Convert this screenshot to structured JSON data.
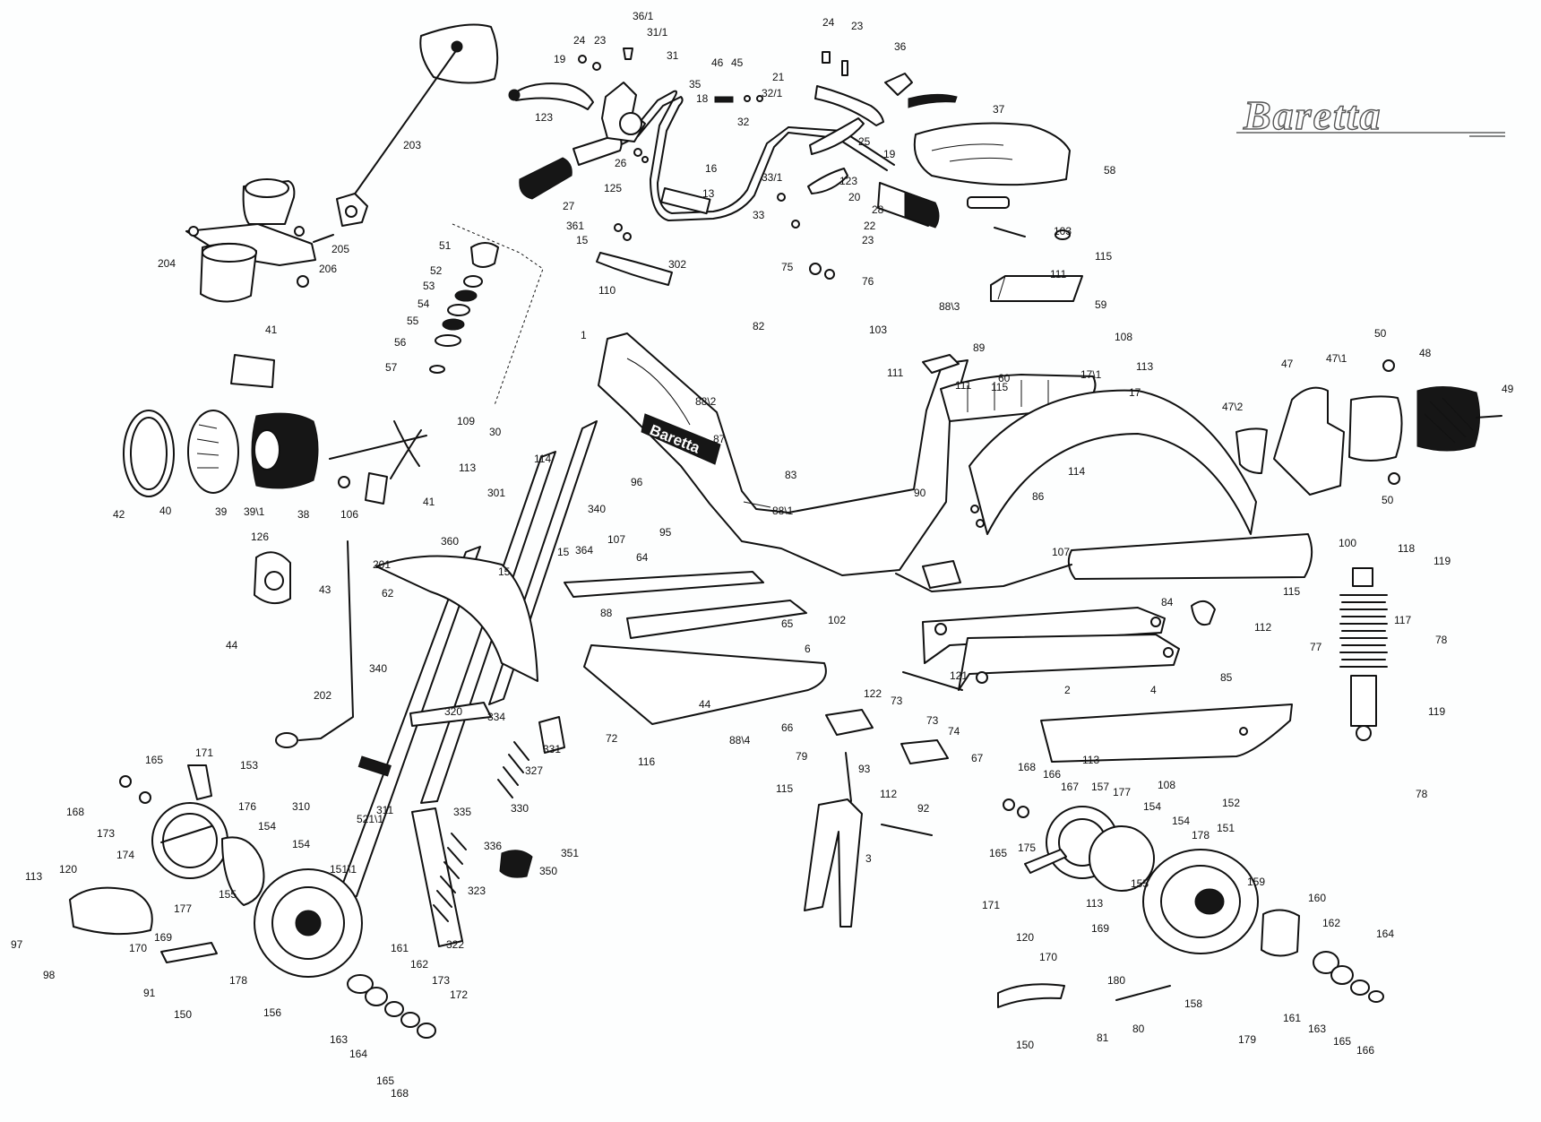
{
  "brand": "Baretta",
  "tank_lettering": "Baretta",
  "mudguard_lettering": "44",
  "part_labels": [
    {
      "id": "lbl-36-1",
      "text": "36/1"
    },
    {
      "id": "lbl-31-1",
      "text": "31/1"
    },
    {
      "id": "lbl-31",
      "text": "31"
    },
    {
      "id": "lbl-24a",
      "text": "24"
    },
    {
      "id": "lbl-23a",
      "text": "23"
    },
    {
      "id": "lbl-19a",
      "text": "19"
    },
    {
      "id": "lbl-46",
      "text": "46"
    },
    {
      "id": "lbl-45",
      "text": "45"
    },
    {
      "id": "lbl-35",
      "text": "35"
    },
    {
      "id": "lbl-21",
      "text": "21"
    },
    {
      "id": "lbl-18",
      "text": "18"
    },
    {
      "id": "lbl-32-1",
      "text": "32/1"
    },
    {
      "id": "lbl-32",
      "text": "32"
    },
    {
      "id": "lbl-24b",
      "text": "24"
    },
    {
      "id": "lbl-23b",
      "text": "23"
    },
    {
      "id": "lbl-36",
      "text": "36"
    },
    {
      "id": "lbl-37",
      "text": "37"
    },
    {
      "id": "lbl-123a",
      "text": "123"
    },
    {
      "id": "lbl-26",
      "text": "26"
    },
    {
      "id": "lbl-16",
      "text": "16"
    },
    {
      "id": "lbl-25",
      "text": "25"
    },
    {
      "id": "lbl-19b",
      "text": "19"
    },
    {
      "id": "lbl-125",
      "text": "125"
    },
    {
      "id": "lbl-13",
      "text": "13"
    },
    {
      "id": "lbl-33-1",
      "text": "33/1"
    },
    {
      "id": "lbl-123b",
      "text": "123"
    },
    {
      "id": "lbl-20",
      "text": "20"
    },
    {
      "id": "lbl-27",
      "text": "27"
    },
    {
      "id": "lbl-28",
      "text": "28"
    },
    {
      "id": "lbl-33",
      "text": "33"
    },
    {
      "id": "lbl-22",
      "text": "22"
    },
    {
      "id": "lbl-23c",
      "text": "23"
    },
    {
      "id": "lbl-361",
      "text": "361"
    },
    {
      "id": "lbl-15a",
      "text": "15"
    },
    {
      "id": "lbl-302",
      "text": "302"
    },
    {
      "id": "lbl-75",
      "text": "75"
    },
    {
      "id": "lbl-76",
      "text": "76"
    },
    {
      "id": "lbl-110",
      "text": "110"
    },
    {
      "id": "lbl-58",
      "text": "58"
    },
    {
      "id": "lbl-103a",
      "text": "103"
    },
    {
      "id": "lbl-115a",
      "text": "115"
    },
    {
      "id": "lbl-111a",
      "text": "111"
    },
    {
      "id": "lbl-59",
      "text": "59"
    },
    {
      "id": "lbl-203",
      "text": "203"
    },
    {
      "id": "lbl-204",
      "text": "204"
    },
    {
      "id": "lbl-205",
      "text": "205"
    },
    {
      "id": "lbl-206",
      "text": "206"
    },
    {
      "id": "lbl-51",
      "text": "51"
    },
    {
      "id": "lbl-52",
      "text": "52"
    },
    {
      "id": "lbl-53",
      "text": "53"
    },
    {
      "id": "lbl-54",
      "text": "54"
    },
    {
      "id": "lbl-55",
      "text": "55"
    },
    {
      "id": "lbl-56",
      "text": "56"
    },
    {
      "id": "lbl-57",
      "text": "57"
    },
    {
      "id": "lbl-1",
      "text": "1"
    },
    {
      "id": "lbl-82",
      "text": "82"
    },
    {
      "id": "lbl-88-3",
      "text": "88\\3"
    },
    {
      "id": "lbl-103b",
      "text": "103"
    },
    {
      "id": "lbl-89",
      "text": "89"
    },
    {
      "id": "lbl-111b",
      "text": "111"
    },
    {
      "id": "lbl-60",
      "text": "60"
    },
    {
      "id": "lbl-108a",
      "text": "108"
    },
    {
      "id": "lbl-113a",
      "text": "113"
    },
    {
      "id": "lbl-17-1",
      "text": "17\\1"
    },
    {
      "id": "lbl-17",
      "text": "17"
    },
    {
      "id": "lbl-111c",
      "text": "111"
    },
    {
      "id": "lbl-115b",
      "text": "115"
    },
    {
      "id": "lbl-41a",
      "text": "41"
    },
    {
      "id": "lbl-88-2",
      "text": "88\\2"
    },
    {
      "id": "lbl-109",
      "text": "109"
    },
    {
      "id": "lbl-30",
      "text": "30"
    },
    {
      "id": "lbl-113b",
      "text": "113"
    },
    {
      "id": "lbl-114a",
      "text": "114"
    },
    {
      "id": "lbl-87",
      "text": "87"
    },
    {
      "id": "lbl-83",
      "text": "83"
    },
    {
      "id": "lbl-42",
      "text": "42"
    },
    {
      "id": "lbl-40",
      "text": "40"
    },
    {
      "id": "lbl-39",
      "text": "39"
    },
    {
      "id": "lbl-39-1",
      "text": "39\\1"
    },
    {
      "id": "lbl-38",
      "text": "38"
    },
    {
      "id": "lbl-106",
      "text": "106"
    },
    {
      "id": "lbl-41b",
      "text": "41"
    },
    {
      "id": "lbl-301",
      "text": "301"
    },
    {
      "id": "lbl-96",
      "text": "96"
    },
    {
      "id": "lbl-88-1",
      "text": "88\\1"
    },
    {
      "id": "lbl-90",
      "text": "90"
    },
    {
      "id": "lbl-114b",
      "text": "114"
    },
    {
      "id": "lbl-86",
      "text": "86"
    },
    {
      "id": "lbl-340a",
      "text": "340"
    },
    {
      "id": "lbl-126",
      "text": "126"
    },
    {
      "id": "lbl-360",
      "text": "360"
    },
    {
      "id": "lbl-15b",
      "text": "15"
    },
    {
      "id": "lbl-364",
      "text": "364"
    },
    {
      "id": "lbl-107a",
      "text": "107"
    },
    {
      "id": "lbl-95",
      "text": "95"
    },
    {
      "id": "lbl-64",
      "text": "64"
    },
    {
      "id": "lbl-201",
      "text": "201"
    },
    {
      "id": "lbl-43",
      "text": "43"
    },
    {
      "id": "lbl-15c",
      "text": "15"
    },
    {
      "id": "lbl-107b",
      "text": "107"
    },
    {
      "id": "lbl-62",
      "text": "62"
    },
    {
      "id": "lbl-88",
      "text": "88"
    },
    {
      "id": "lbl-65",
      "text": "65"
    },
    {
      "id": "lbl-102",
      "text": "102"
    },
    {
      "id": "lbl-84",
      "text": "84"
    },
    {
      "id": "lbl-115c",
      "text": "115"
    },
    {
      "id": "lbl-44",
      "text": "44"
    },
    {
      "id": "lbl-340b",
      "text": "340"
    },
    {
      "id": "lbl-6",
      "text": "6"
    },
    {
      "id": "lbl-112a",
      "text": "112"
    },
    {
      "id": "lbl-2",
      "text": "2"
    },
    {
      "id": "lbl-121",
      "text": "121"
    },
    {
      "id": "lbl-4",
      "text": "4"
    },
    {
      "id": "lbl-85",
      "text": "85"
    },
    {
      "id": "lbl-202",
      "text": "202"
    },
    {
      "id": "lbl-320",
      "text": "320"
    },
    {
      "id": "lbl-334",
      "text": "334"
    },
    {
      "id": "lbl-72",
      "text": "72"
    },
    {
      "id": "lbl-66",
      "text": "66"
    },
    {
      "id": "lbl-88-4",
      "text": "88\\4"
    },
    {
      "id": "lbl-122",
      "text": "122"
    },
    {
      "id": "lbl-73a",
      "text": "73"
    },
    {
      "id": "lbl-73b",
      "text": "73"
    },
    {
      "id": "lbl-74",
      "text": "74"
    },
    {
      "id": "lbl-331",
      "text": "331"
    },
    {
      "id": "lbl-116",
      "text": "116"
    },
    {
      "id": "lbl-79",
      "text": "79"
    },
    {
      "id": "lbl-93",
      "text": "93"
    },
    {
      "id": "lbl-67",
      "text": "67"
    },
    {
      "id": "lbl-113c",
      "text": "113"
    },
    {
      "id": "lbl-165a",
      "text": "165"
    },
    {
      "id": "lbl-171a",
      "text": "171"
    },
    {
      "id": "lbl-153",
      "text": "153"
    },
    {
      "id": "lbl-327",
      "text": "327"
    },
    {
      "id": "lbl-115d",
      "text": "115"
    },
    {
      "id": "lbl-112b",
      "text": "112"
    },
    {
      "id": "lbl-92",
      "text": "92"
    },
    {
      "id": "lbl-168a",
      "text": "168"
    },
    {
      "id": "lbl-166a",
      "text": "166"
    },
    {
      "id": "lbl-167",
      "text": "167"
    },
    {
      "id": "lbl-157",
      "text": "157"
    },
    {
      "id": "lbl-177a",
      "text": "177"
    },
    {
      "id": "lbl-108b",
      "text": "108"
    },
    {
      "id": "lbl-152",
      "text": "152"
    },
    {
      "id": "lbl-168b",
      "text": "168"
    },
    {
      "id": "lbl-176",
      "text": "176"
    },
    {
      "id": "lbl-310",
      "text": "310"
    },
    {
      "id": "lbl-335",
      "text": "335"
    },
    {
      "id": "lbl-330",
      "text": "330"
    },
    {
      "id": "lbl-154a",
      "text": "154"
    },
    {
      "id": "lbl-154b",
      "text": "154"
    },
    {
      "id": "lbl-178a",
      "text": "178"
    },
    {
      "id": "lbl-151",
      "text": "151"
    },
    {
      "id": "lbl-173a",
      "text": "173"
    },
    {
      "id": "lbl-154c",
      "text": "154"
    },
    {
      "id": "lbl-311",
      "text": "311"
    },
    {
      "id": "lbl-521-1",
      "text": "521\\1"
    },
    {
      "id": "lbl-154d",
      "text": "154"
    },
    {
      "id": "lbl-336",
      "text": "336"
    },
    {
      "id": "lbl-351",
      "text": "351"
    },
    {
      "id": "lbl-3",
      "text": "3"
    },
    {
      "id": "lbl-165b",
      "text": "165"
    },
    {
      "id": "lbl-175",
      "text": "175"
    },
    {
      "id": "lbl-174",
      "text": "174"
    },
    {
      "id": "lbl-151-1",
      "text": "151\\1"
    },
    {
      "id": "lbl-350",
      "text": "350"
    },
    {
      "id": "lbl-113d",
      "text": "113"
    },
    {
      "id": "lbl-120a",
      "text": "120"
    },
    {
      "id": "lbl-155a",
      "text": "155"
    },
    {
      "id": "lbl-177b",
      "text": "177"
    },
    {
      "id": "lbl-155b",
      "text": "155"
    },
    {
      "id": "lbl-113e",
      "text": "113"
    },
    {
      "id": "lbl-159",
      "text": "159"
    },
    {
      "id": "lbl-160",
      "text": "160"
    },
    {
      "id": "lbl-323",
      "text": "323"
    },
    {
      "id": "lbl-171b",
      "text": "171"
    },
    {
      "id": "lbl-169a",
      "text": "169"
    },
    {
      "id": "lbl-120b",
      "text": "120"
    },
    {
      "id": "lbl-162a",
      "text": "162"
    },
    {
      "id": "lbl-164a",
      "text": "164"
    },
    {
      "id": "lbl-97",
      "text": "97"
    },
    {
      "id": "lbl-170a",
      "text": "170"
    },
    {
      "id": "lbl-169b",
      "text": "169"
    },
    {
      "id": "lbl-161a",
      "text": "161"
    },
    {
      "id": "lbl-322",
      "text": "322"
    },
    {
      "id": "lbl-170b",
      "text": "170"
    },
    {
      "id": "lbl-98",
      "text": "98"
    },
    {
      "id": "lbl-178b",
      "text": "178"
    },
    {
      "id": "lbl-162b",
      "text": "162"
    },
    {
      "id": "lbl-91",
      "text": "91"
    },
    {
      "id": "lbl-150a",
      "text": "150"
    },
    {
      "id": "lbl-156",
      "text": "156"
    },
    {
      "id": "lbl-173b",
      "text": "173"
    },
    {
      "id": "lbl-172",
      "text": "172"
    },
    {
      "id": "lbl-180",
      "text": "180"
    },
    {
      "id": "lbl-158",
      "text": "158"
    },
    {
      "id": "lbl-161b",
      "text": "161"
    },
    {
      "id": "lbl-163a",
      "text": "163"
    },
    {
      "id": "lbl-163b",
      "text": "163"
    },
    {
      "id": "lbl-164b",
      "text": "164"
    },
    {
      "id": "lbl-81",
      "text": "81"
    },
    {
      "id": "lbl-80",
      "text": "80"
    },
    {
      "id": "lbl-179",
      "text": "179"
    },
    {
      "id": "lbl-165c",
      "text": "165"
    },
    {
      "id": "lbl-166b",
      "text": "166"
    },
    {
      "id": "lbl-150b",
      "text": "150"
    },
    {
      "id": "lbl-165d",
      "text": "165"
    },
    {
      "id": "lbl-168c",
      "text": "168"
    },
    {
      "id": "lbl-50a",
      "text": "50"
    },
    {
      "id": "lbl-47",
      "text": "47"
    },
    {
      "id": "lbl-47-1",
      "text": "47\\1"
    },
    {
      "id": "lbl-48",
      "text": "48"
    },
    {
      "id": "lbl-47-2",
      "text": "47\\2"
    },
    {
      "id": "lbl-49",
      "text": "49"
    },
    {
      "id": "lbl-50b",
      "text": "50"
    },
    {
      "id": "lbl-100",
      "text": "100"
    },
    {
      "id": "lbl-118",
      "text": "118"
    },
    {
      "id": "lbl-119a",
      "text": "119"
    },
    {
      "id": "lbl-117",
      "text": "117"
    },
    {
      "id": "lbl-78a",
      "text": "78"
    },
    {
      "id": "lbl-77",
      "text": "77"
    },
    {
      "id": "lbl-119b",
      "text": "119"
    },
    {
      "id": "lbl-78b",
      "text": "78"
    }
  ]
}
